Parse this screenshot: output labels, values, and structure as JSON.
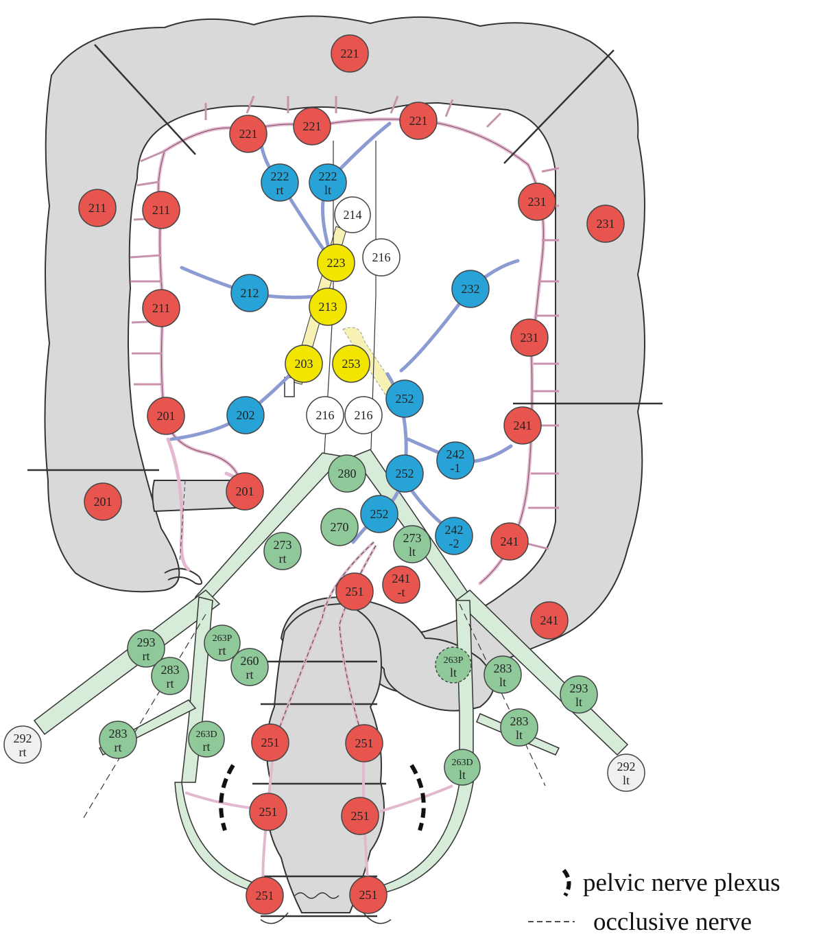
{
  "colors": {
    "red": "#e8554e",
    "blue": "#28a3d8",
    "yellow": "#f2e600",
    "white": "#ffffff",
    "green": "#8fc99a",
    "grey": "#f0f0f0",
    "colon": "#d9d9d9",
    "nerve": "#d7ebd9",
    "artery": "#8c9bd1",
    "marginal": "#e3b8cf",
    "aorta": "#f7f2b4"
  },
  "nodes": [
    {
      "key": "n221_top",
      "label": "221",
      "color": "red"
    },
    {
      "key": "n221_a",
      "label": "221",
      "color": "red"
    },
    {
      "key": "n221_b",
      "label": "221",
      "color": "red"
    },
    {
      "key": "n221_c",
      "label": "221",
      "color": "red"
    },
    {
      "key": "n222rt",
      "label": "222",
      "sub": "rt",
      "color": "blue"
    },
    {
      "key": "n222lt",
      "label": "222",
      "sub": "lt",
      "color": "blue"
    },
    {
      "key": "n214",
      "label": "214",
      "color": "white"
    },
    {
      "key": "n211_outer",
      "label": "211",
      "color": "red"
    },
    {
      "key": "n211_a",
      "label": "211",
      "color": "red"
    },
    {
      "key": "n211_b",
      "label": "211",
      "color": "red"
    },
    {
      "key": "n231_a",
      "label": "231",
      "color": "red"
    },
    {
      "key": "n231_outer",
      "label": "231",
      "color": "red"
    },
    {
      "key": "n231_b",
      "label": "231",
      "color": "red"
    },
    {
      "key": "n223",
      "label": "223",
      "color": "yellow"
    },
    {
      "key": "n216_a",
      "label": "216",
      "color": "white"
    },
    {
      "key": "n212",
      "label": "212",
      "color": "blue"
    },
    {
      "key": "n213",
      "label": "213",
      "color": "yellow"
    },
    {
      "key": "n232",
      "label": "232",
      "color": "blue"
    },
    {
      "key": "n203",
      "label": "203",
      "color": "yellow"
    },
    {
      "key": "n253",
      "label": "253",
      "color": "yellow"
    },
    {
      "key": "n252_a",
      "label": "252",
      "color": "blue"
    },
    {
      "key": "n201_a",
      "label": "201",
      "color": "red"
    },
    {
      "key": "n202",
      "label": "202",
      "color": "blue"
    },
    {
      "key": "n216_b",
      "label": "216",
      "color": "white"
    },
    {
      "key": "n216_c",
      "label": "216",
      "color": "white"
    },
    {
      "key": "n241_a",
      "label": "241",
      "color": "red"
    },
    {
      "key": "n242_1",
      "label": "242",
      "sub": "-1",
      "color": "blue"
    },
    {
      "key": "n280",
      "label": "280",
      "color": "green"
    },
    {
      "key": "n252_b",
      "label": "252",
      "color": "blue"
    },
    {
      "key": "n201_b",
      "label": "201",
      "color": "red"
    },
    {
      "key": "n201_outer",
      "label": "201",
      "color": "red"
    },
    {
      "key": "n252_c",
      "label": "252",
      "color": "blue"
    },
    {
      "key": "n270",
      "label": "270",
      "color": "green"
    },
    {
      "key": "n242_2",
      "label": "242",
      "sub": "-2",
      "color": "blue"
    },
    {
      "key": "n241_b",
      "label": "241",
      "color": "red"
    },
    {
      "key": "n273rt",
      "label": "273",
      "sub": "rt",
      "color": "green"
    },
    {
      "key": "n273lt",
      "label": "273",
      "sub": "lt",
      "color": "green"
    },
    {
      "key": "n241t",
      "label": "241",
      "sub": "-t",
      "color": "red"
    },
    {
      "key": "n251_top",
      "label": "251",
      "color": "red"
    },
    {
      "key": "n241_outer",
      "label": "241",
      "color": "red"
    },
    {
      "key": "n293rt",
      "label": "293",
      "sub": "rt",
      "color": "green"
    },
    {
      "key": "n263Prt",
      "label": "263P",
      "sub": "rt",
      "color": "green",
      "small": true
    },
    {
      "key": "n260rt",
      "label": "260",
      "sub": "rt",
      "color": "green"
    },
    {
      "key": "n283rt_a",
      "label": "283",
      "sub": "rt",
      "color": "green"
    },
    {
      "key": "n263Plt",
      "label": "263P",
      "sub": "lt",
      "color": "green",
      "small": true,
      "dashed": true
    },
    {
      "key": "n283lt_a",
      "label": "283",
      "sub": "lt",
      "color": "green"
    },
    {
      "key": "n293lt",
      "label": "293",
      "sub": "lt",
      "color": "green"
    },
    {
      "key": "n292rt",
      "label": "292",
      "sub": "rt",
      "color": "grey"
    },
    {
      "key": "n283rt_b",
      "label": "283",
      "sub": "rt",
      "color": "green"
    },
    {
      "key": "n263Drt",
      "label": "263D",
      "sub": "rt",
      "color": "green",
      "small": true
    },
    {
      "key": "n251_l1",
      "label": "251",
      "color": "red"
    },
    {
      "key": "n251_r1",
      "label": "251",
      "color": "red"
    },
    {
      "key": "n283lt_b",
      "label": "283",
      "sub": "lt",
      "color": "green"
    },
    {
      "key": "n292lt",
      "label": "292",
      "sub": "lt",
      "color": "grey"
    },
    {
      "key": "n263Dlt",
      "label": "263D",
      "sub": "lt",
      "color": "green",
      "small": true
    },
    {
      "key": "n251_l2",
      "label": "251",
      "color": "red"
    },
    {
      "key": "n251_r2",
      "label": "251",
      "color": "red"
    },
    {
      "key": "n251_l3",
      "label": "251",
      "color": "red"
    },
    {
      "key": "n251_r3",
      "label": "251",
      "color": "red"
    }
  ],
  "legend": {
    "pelvic": "pelvic nerve plexus",
    "occlusive": "occlusive nerve"
  }
}
